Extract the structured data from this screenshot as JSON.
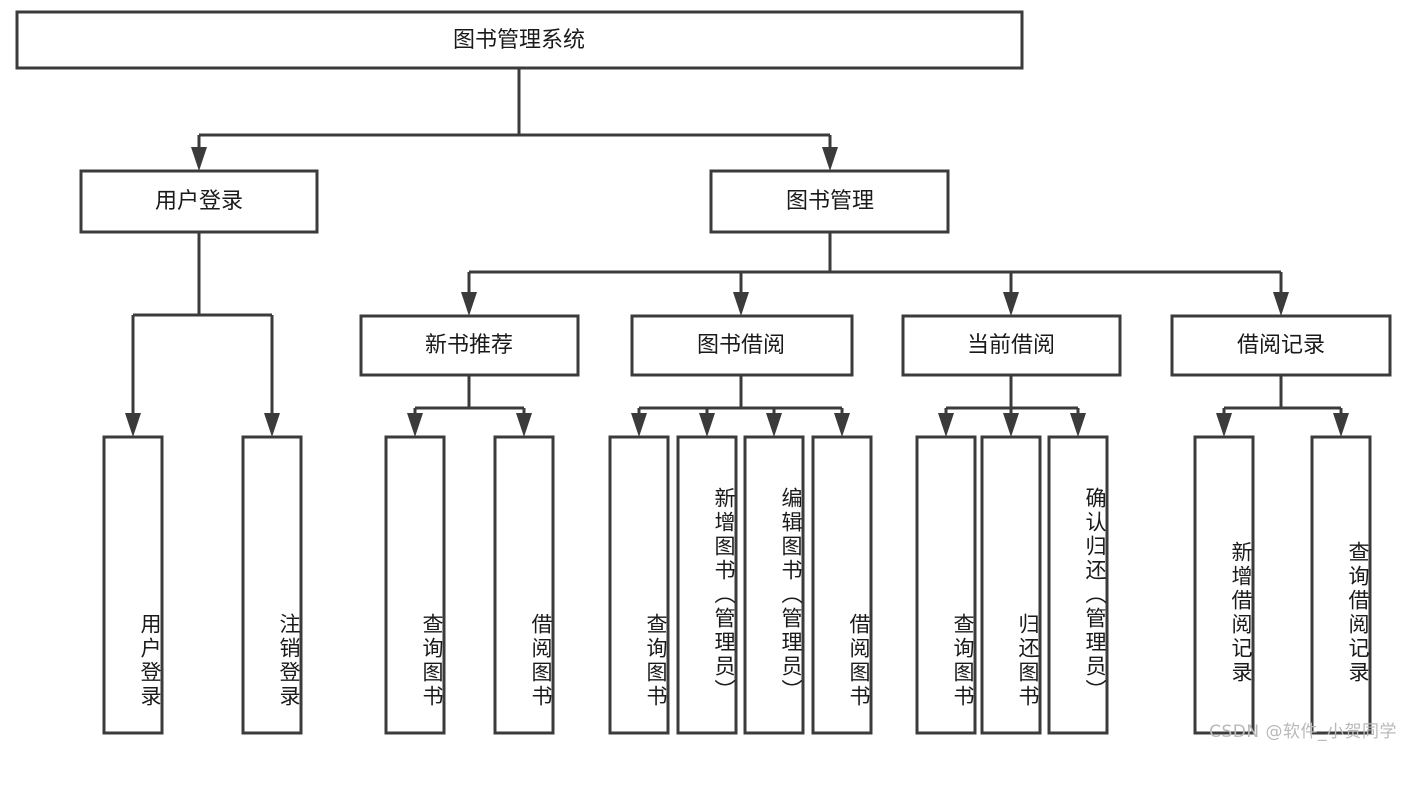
{
  "diagram": {
    "type": "tree",
    "title": "图书管理系统",
    "orientation": "top-down",
    "colors": {
      "box_stroke": "#3b3b3b",
      "box_fill": "#ffffff",
      "connector": "#3b3b3b",
      "text": "#1a1a1a",
      "background": "#ffffff",
      "watermark": "#b9b9b9"
    },
    "root": {
      "id": "root",
      "label": "图书管理系统"
    },
    "level2": [
      {
        "id": "user-login",
        "label": "用户登录"
      },
      {
        "id": "book-manage",
        "label": "图书管理"
      }
    ],
    "level3": [
      {
        "id": "new-book-rec",
        "label": "新书推荐",
        "parent": "book-manage"
      },
      {
        "id": "book-borrow",
        "label": "图书借阅",
        "parent": "book-manage"
      },
      {
        "id": "current-borrow",
        "label": "当前借阅",
        "parent": "book-manage"
      },
      {
        "id": "borrow-record",
        "label": "借阅记录",
        "parent": "book-manage"
      }
    ],
    "leaves": {
      "user-login": [
        {
          "id": "leaf-user-login",
          "label": "用户登录"
        },
        {
          "id": "leaf-logout",
          "label": "注销登录"
        }
      ],
      "new-book-rec": [
        {
          "id": "leaf-query-book-1",
          "label": "查询图书"
        },
        {
          "id": "leaf-borrow-book-1",
          "label": "借阅图书"
        }
      ],
      "book-borrow": [
        {
          "id": "leaf-query-book-2",
          "label": "查询图书"
        },
        {
          "id": "leaf-add-book",
          "label": "新增图书（管理员）"
        },
        {
          "id": "leaf-edit-book",
          "label": "编辑图书（管理员）"
        },
        {
          "id": "leaf-borrow-book-2",
          "label": "借阅图书"
        }
      ],
      "current-borrow": [
        {
          "id": "leaf-query-book-3",
          "label": "查询图书"
        },
        {
          "id": "leaf-return-book",
          "label": "归还图书"
        },
        {
          "id": "leaf-confirm-return",
          "label": "确认归还（管理员）"
        }
      ],
      "borrow-record": [
        {
          "id": "leaf-add-record",
          "label": "新增借阅记录"
        },
        {
          "id": "leaf-query-record",
          "label": "查询借阅记录"
        }
      ]
    }
  },
  "watermark": {
    "text": "CSDN @软件_小贺同学"
  }
}
